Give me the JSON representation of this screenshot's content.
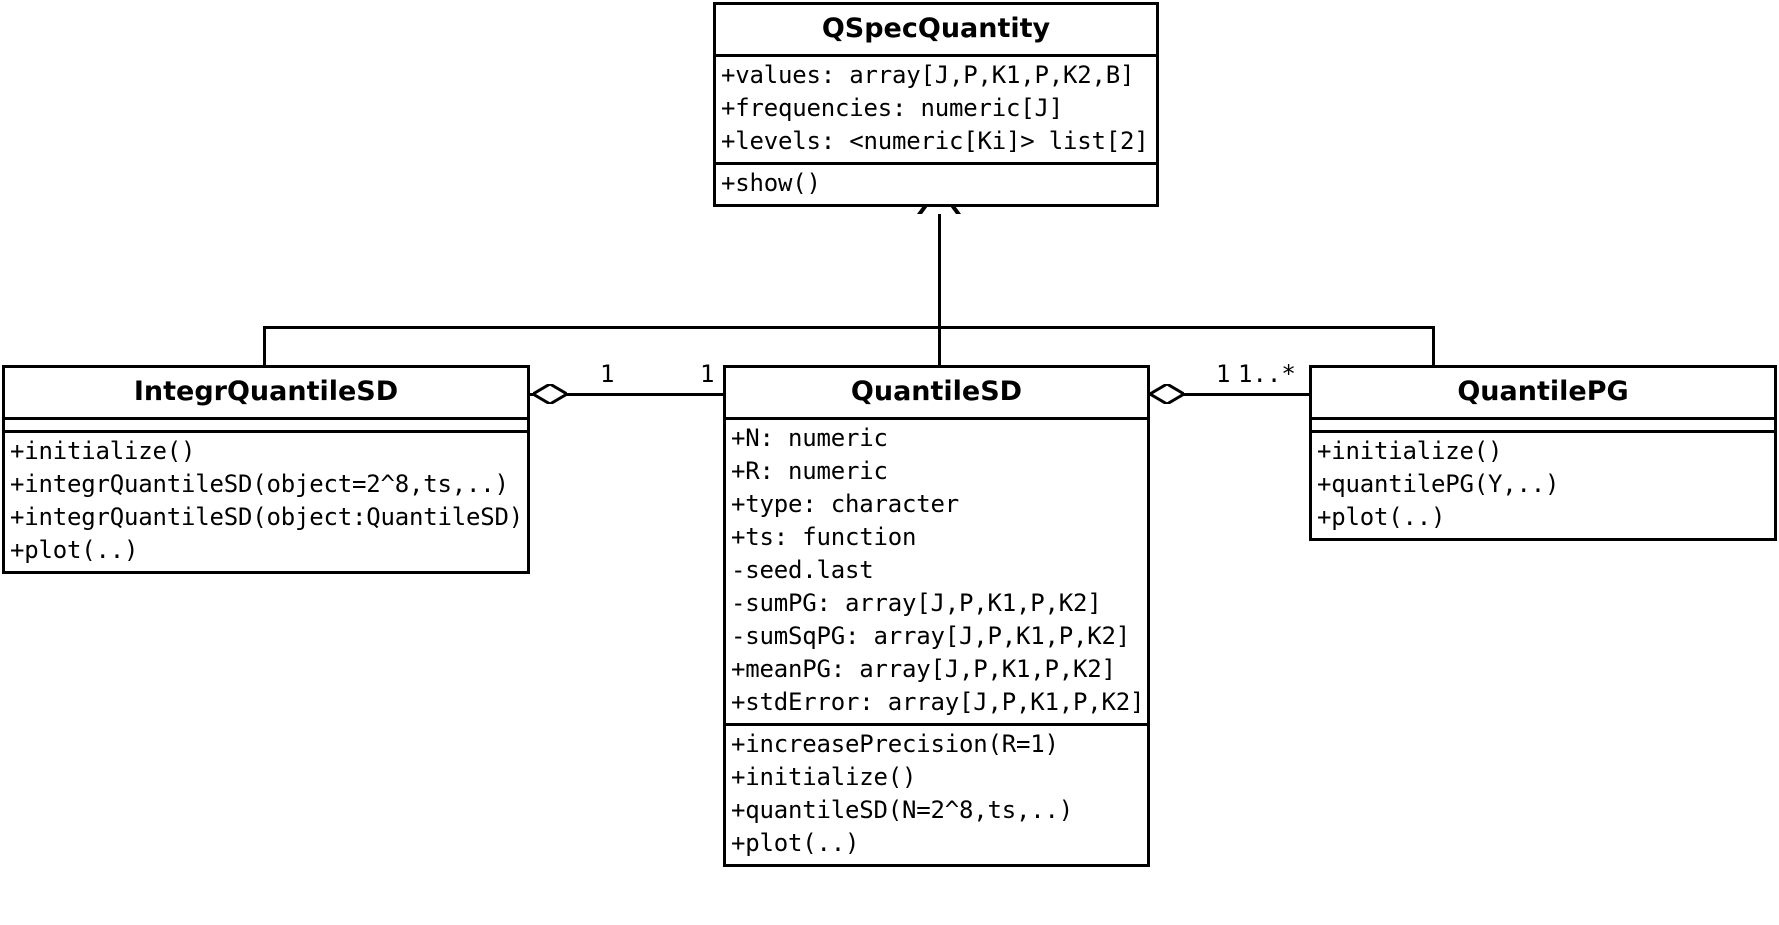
{
  "diagram": {
    "type": "uml-class-diagram",
    "classes": [
      {
        "id": "qspecquantity",
        "name": "QSpecQuantity",
        "attributes": [
          "+values: array[J,P,K1,P,K2,B]",
          "+frequencies: numeric[J]",
          "+levels: <numeric[Ki]> list[2]"
        ],
        "methods": [
          "+show()"
        ]
      },
      {
        "id": "integrquantilesd",
        "name": "IntegrQuantileSD",
        "attributes": [],
        "methods": [
          "+initialize()",
          "+integrQuantileSD(object=2^8,ts,..)",
          "+integrQuantileSD(object:QuantileSD)",
          "+plot(..)"
        ]
      },
      {
        "id": "quantilesd",
        "name": "QuantileSD",
        "attributes": [
          "+N: numeric",
          "+R: numeric",
          "+type: character",
          "+ts: function",
          "-seed.last",
          "-sumPG: array[J,P,K1,P,K2]",
          "-sumSqPG: array[J,P,K1,P,K2]",
          "+meanPG: array[J,P,K1,P,K2]",
          "+stdError: array[J,P,K1,P,K2]"
        ],
        "methods": [
          "+increasePrecision(R=1)",
          "+initialize()",
          "+quantileSD(N=2^8,ts,..)",
          "+plot(..)"
        ]
      },
      {
        "id": "quantilepg",
        "name": "QuantilePG",
        "attributes": [],
        "methods": [
          "+initialize()",
          "+quantilePG(Y,..)",
          "+plot(..)"
        ]
      }
    ],
    "relations": [
      {
        "id": "gen-integrquantilesd",
        "kind": "generalization",
        "from": "IntegrQuantileSD",
        "to": "QSpecQuantity"
      },
      {
        "id": "gen-quantilesd",
        "kind": "generalization",
        "from": "QuantileSD",
        "to": "QSpecQuantity"
      },
      {
        "id": "gen-quantilepg",
        "kind": "generalization",
        "from": "QuantilePG",
        "to": "QSpecQuantity"
      },
      {
        "id": "agg-integr-quantilesd",
        "kind": "aggregation",
        "whole": "IntegrQuantileSD",
        "part": "QuantileSD",
        "multiplicity_whole": "1",
        "multiplicity_part": "1"
      },
      {
        "id": "agg-quantilesd-quantilepg",
        "kind": "aggregation",
        "whole": "QuantileSD",
        "part": "QuantilePG",
        "multiplicity_whole": "1",
        "multiplicity_part": "1..*"
      }
    ],
    "multiplicity_labels": {
      "integr_side": "1",
      "quantilesd_left": "1",
      "quantilesd_right": "1",
      "quantilepg_side": "1..*"
    },
    "colors": {
      "stroke": "#000000",
      "fill": "#ffffff",
      "text": "#000000"
    }
  }
}
